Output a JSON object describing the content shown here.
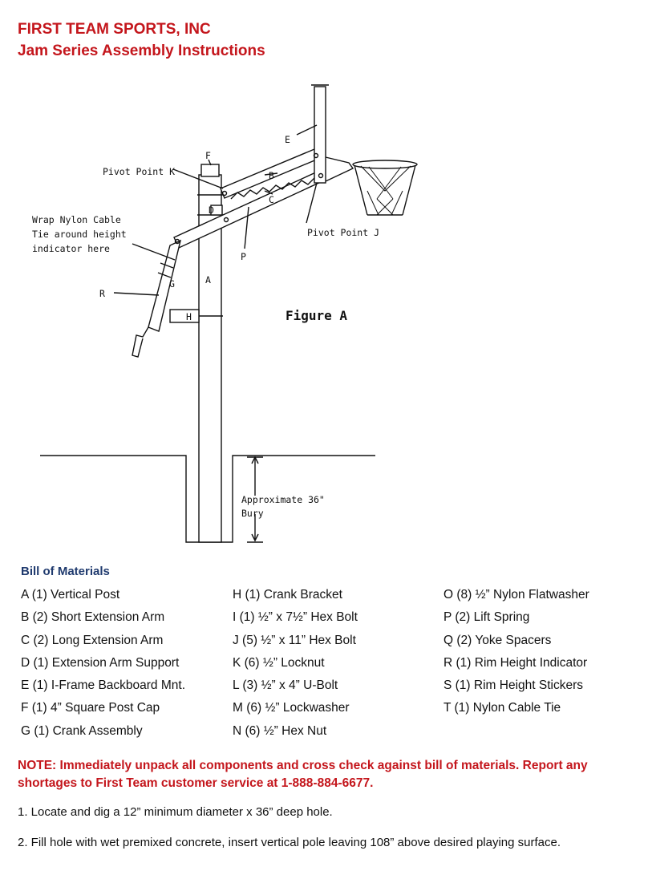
{
  "header": {
    "company": "FIRST TEAM SPORTS, INC",
    "subtitle": "Jam Series Assembly Instructions"
  },
  "figure": {
    "title": "Figure A",
    "labels": {
      "pivot_k": "Pivot Point K",
      "pivot_j": "Pivot Point J",
      "wrap_line1": "Wrap Nylon Cable",
      "wrap_line2": "Tie around height",
      "wrap_line3": "indicator here",
      "bury_line1": "Approximate 36\"",
      "bury_line2": "Bury",
      "a": "A",
      "b": "B",
      "c": "C",
      "d": "D",
      "e": "E",
      "f": "F",
      "g": "G",
      "h": "H",
      "p": "P",
      "r": "R"
    }
  },
  "bom": {
    "heading": "Bill of Materials",
    "columns": [
      [
        "A (1) Vertical Post",
        "B (2) Short Extension Arm",
        "C (2) Long Extension Arm",
        "D (1) Extension Arm Support",
        "E (1) I-Frame Backboard  Mnt.",
        "F (1) 4” Square Post Cap",
        "G (1) Crank Assembly"
      ],
      [
        "H (1) Crank Bracket",
        "I (1) ½” x 7½” Hex Bolt",
        "J (5) ½” x 11” Hex Bolt",
        "K (6) ½” Locknut",
        "L (3) ½” x 4” U-Bolt",
        "M (6) ½” Lockwasher",
        "N (6) ½” Hex Nut"
      ],
      [
        "O (8) ½” Nylon Flatwasher",
        "P (2) Lift Spring",
        "Q (2) Yoke Spacers",
        "R (1) Rim Height Indicator",
        "S (1) Rim Height Stickers",
        "T (1) Nylon Cable Tie"
      ]
    ]
  },
  "note": "NOTE: Immediately unpack all components and cross check against bill of materials. Report any shortages to First Team customer service at 1-888-884-6677.",
  "steps": [
    "1. Locate and dig a 12” minimum diameter x 36” deep hole.",
    "2. Fill hole with wet premixed concrete, insert vertical pole leaving 108” above desired playing surface."
  ]
}
